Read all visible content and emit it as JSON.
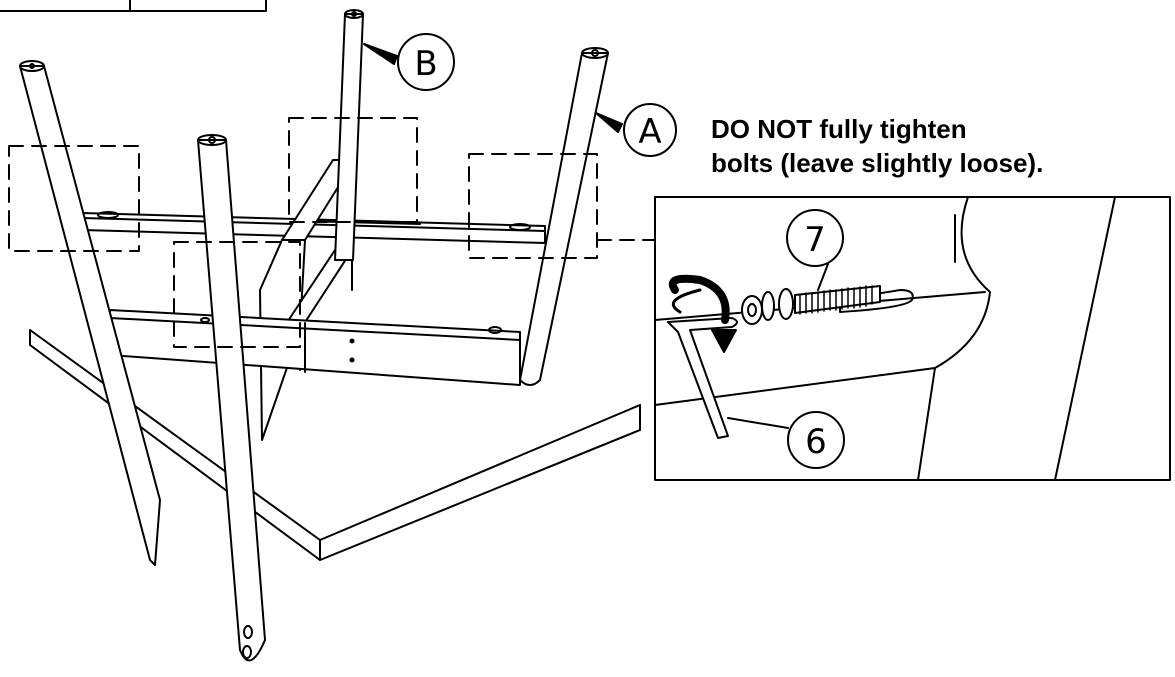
{
  "note": {
    "line1": "DO NOT fully tighten",
    "line2": "bolts (leave slightly loose)."
  },
  "callouts": {
    "leg_a": "A",
    "leg_b": "B",
    "part_7": "7",
    "part_6": "6"
  },
  "icons": {
    "rotation": "rotate-arrow-icon",
    "allen_key": "allen-key-icon",
    "bolt": "bolt-icon"
  },
  "colors": {
    "ink": "#000000",
    "paper": "#ffffff"
  }
}
